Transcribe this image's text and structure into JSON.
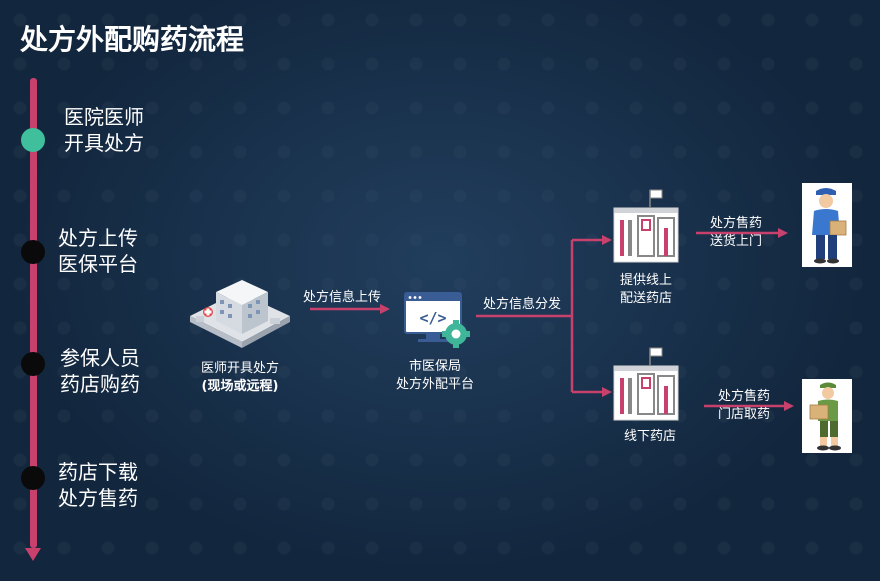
{
  "title": "处方外配购药流程",
  "timeline": {
    "steps": [
      {
        "line1": "医院医师",
        "line2": "开具处方",
        "active": true
      },
      {
        "line1": "处方上传",
        "line2": "医保平台",
        "active": false
      },
      {
        "line1": "参保人员",
        "line2": "药店购药",
        "active": false
      },
      {
        "line1": "药店下载",
        "line2": "处方售药",
        "active": false
      }
    ]
  },
  "flow": {
    "hospital": {
      "line1": "医师开具处方",
      "line2": "(现场或远程)"
    },
    "upload_label": "处方信息上传",
    "platform": {
      "line1": "市医保局",
      "line2": "处方外配平台"
    },
    "distribute_label": "处方信息分发",
    "online_store": {
      "line1": "提供线上",
      "line2": "配送药店"
    },
    "offline_store": {
      "line1": "线下药店"
    },
    "delivery": {
      "line1": "处方售药",
      "line2": "送货上门"
    },
    "pickup": {
      "line1": "处方售药",
      "line2": "门店取药"
    }
  },
  "colors": {
    "accent": "#c8406c",
    "active_dot": "#3fbf9b",
    "background": "#12263d"
  }
}
